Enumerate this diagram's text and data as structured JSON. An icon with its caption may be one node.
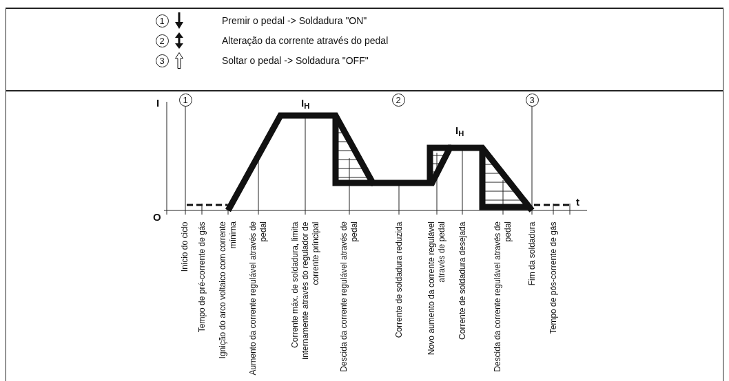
{
  "diagram": {
    "legend": [
      {
        "text": "Premir o pedal -> Soldadura \"ON\""
      },
      {
        "text": "Alteração da corrente através do pedal"
      },
      {
        "text": "Soltar o pedal -> Soldadura \"OFF\""
      }
    ],
    "labels": [
      "1",
      "2",
      "3",
      "I",
      "1",
      "I$_{H}$",
      "2",
      "I$_{H}$",
      "3",
      "t",
      "O",
      "Início do ciclo",
      "Tempo de pré-corrente de gás",
      "Ignição do arco voltaico com corrente mínima",
      "Aumento da corrente regulável através de pedal",
      "Corrente máx. de soldadura, limita internamente através do regulador de corrente principal",
      "Descida da corrente regulável através de pedal",
      "Corrente de soldadura reduzida",
      "Novo aumento da corrente regulável através de pedal",
      "Corrente de soldadura desejada",
      "Descida da corrente regulável através de pedal",
      "Fim da soldadura",
      "Tempo de pós-corrente de gás"
    ]
  }
}
